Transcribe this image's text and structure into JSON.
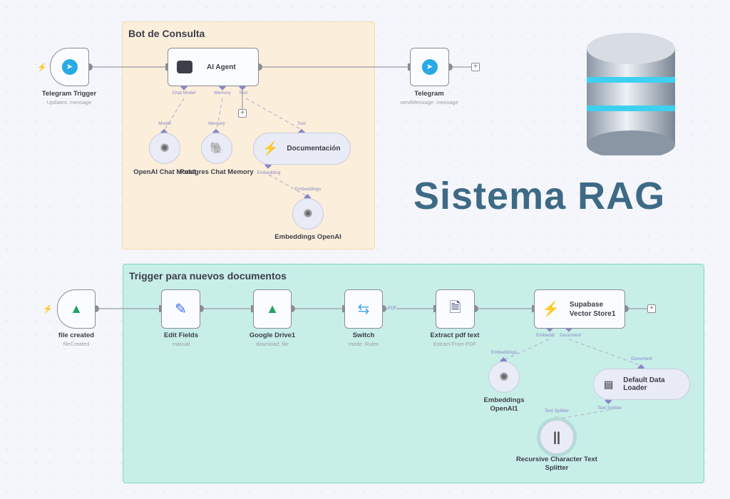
{
  "groups": {
    "top": "Bot de Consulta",
    "bottom": "Trigger para nuevos documentos"
  },
  "title": "Sistema RAG",
  "top_nodes": {
    "telegram_trigger": {
      "name": "Telegram Trigger",
      "sub": "Updates: message"
    },
    "ai_agent": {
      "name": "AI Agent",
      "ports": [
        "Chat Model",
        "Memory",
        "Tool"
      ]
    },
    "telegram": {
      "name": "Telegram",
      "sub": "sendMessage: message"
    },
    "openai_chat": {
      "name": "OpenAI Chat Model",
      "port": "Model"
    },
    "postgres": {
      "name": "Postgres Chat Memory",
      "port": "Memory"
    },
    "documentacion": {
      "name": "Documentación",
      "port": "Tool",
      "out_port": "Embedding"
    },
    "embeddings": {
      "name": "Embeddings OpenAI",
      "port": "Embeddings"
    }
  },
  "bottom_nodes": {
    "file_created": {
      "name": "file created",
      "sub": "fileCreated"
    },
    "edit_fields": {
      "name": "Edit Fields",
      "sub": "manual"
    },
    "gdrive": {
      "name": "Google Drive1",
      "sub": "download: file"
    },
    "switch": {
      "name": "Switch",
      "sub": "mode: Rules",
      "out_port": "PDF"
    },
    "extract": {
      "name": "Extract pdf text",
      "sub": "Extract From PDF"
    },
    "supabase": {
      "name": "Supabase Vector Store1",
      "ports": [
        "Embeddi",
        "Document"
      ]
    },
    "embeddings1": {
      "name": "Embeddings OpenAI1",
      "port": "Embeddings"
    },
    "loader": {
      "name": "Default Data Loader",
      "port": "Document",
      "out_port": "Text Splitter"
    },
    "splitter": {
      "name": "Recursive Character Text Splitter",
      "port": "Text Splitter"
    }
  },
  "colors": {
    "top_group": "#fbeedb",
    "bottom_group": "#c8eee8",
    "title": "#3e6a86",
    "port": "#8a86c8"
  }
}
